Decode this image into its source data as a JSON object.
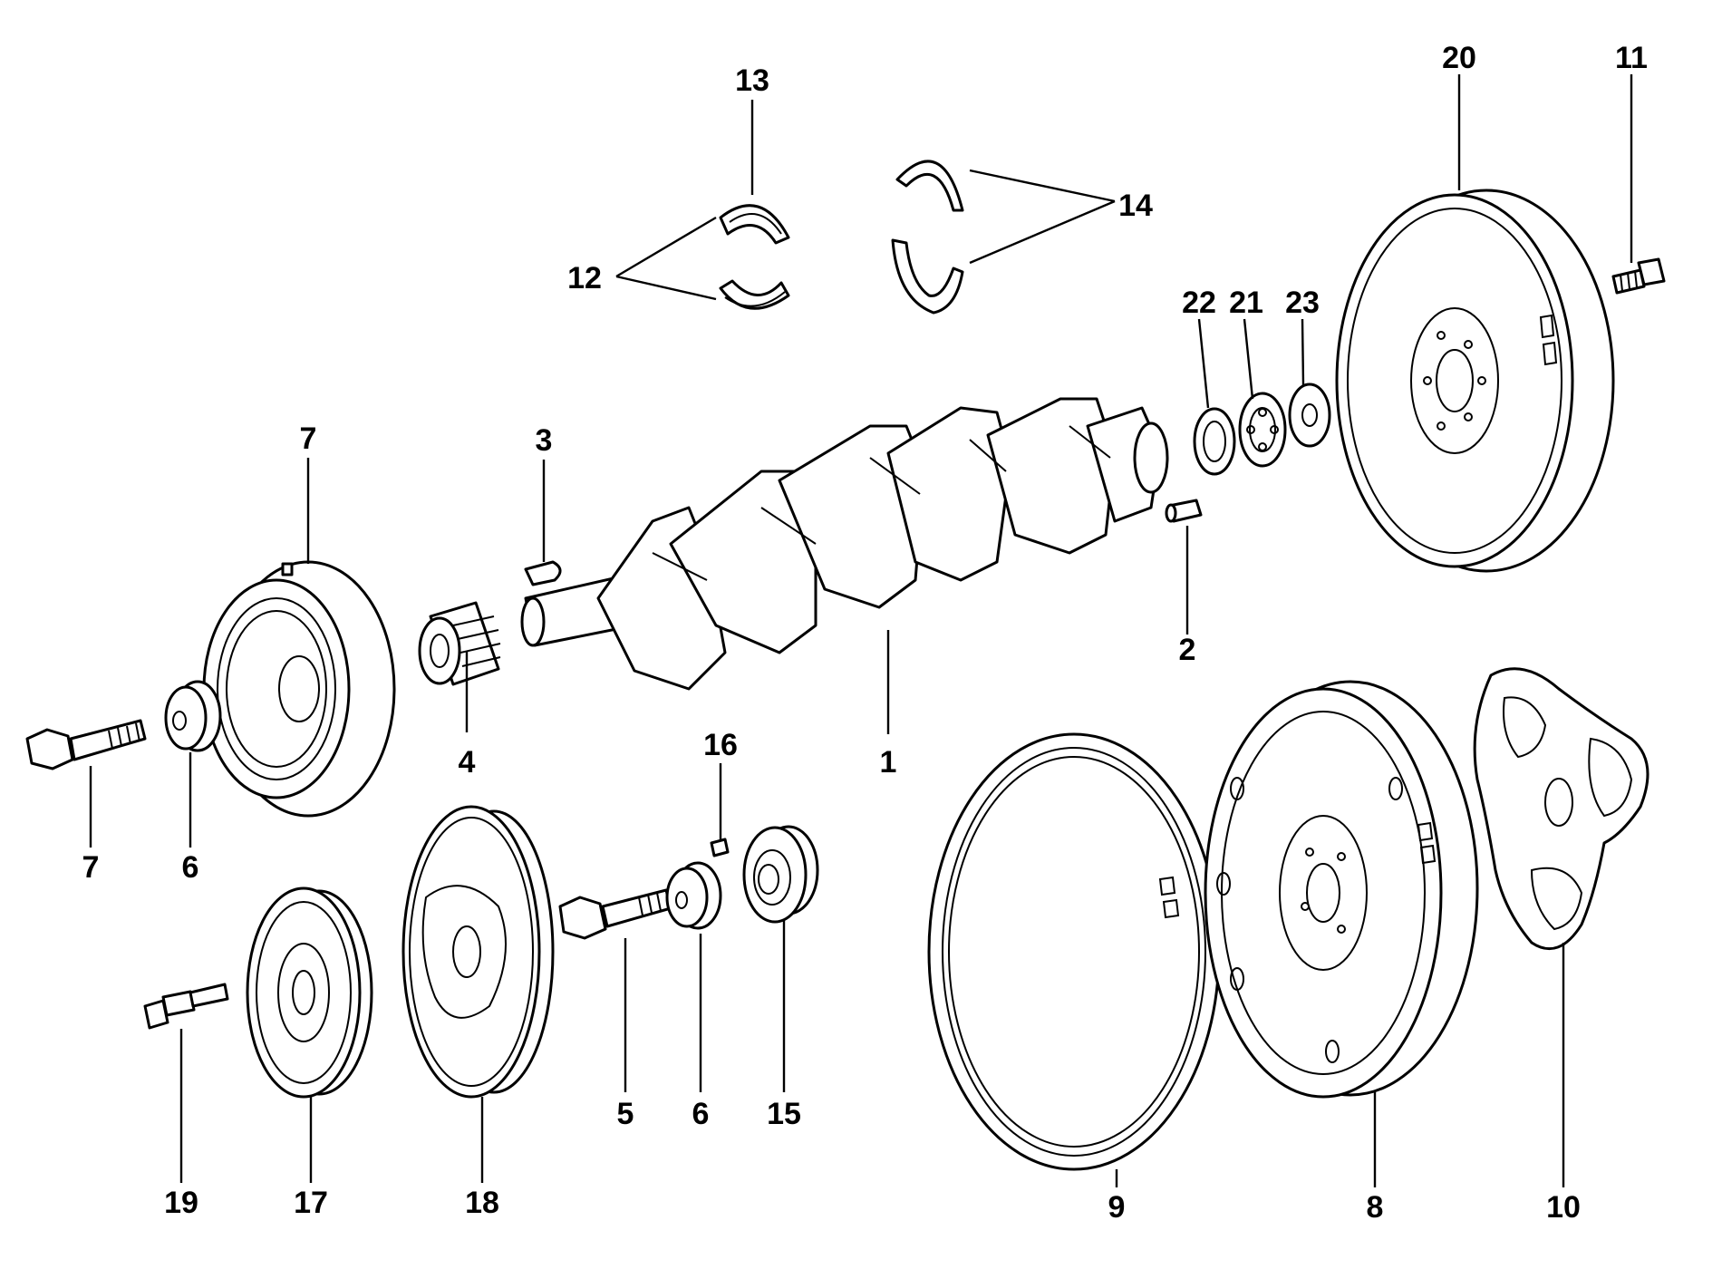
{
  "diagram": {
    "callouts": {
      "crankshaft": "1",
      "dowel_pin": "2",
      "woodruff_key": "3",
      "timing_gear": "4",
      "pulley_bolt_lower": "5",
      "washer_upper": "6",
      "washer_lower": "6",
      "damper_upper": "7",
      "bolt_upper": "7",
      "flexplate": "8",
      "ring_gear": "9",
      "adapter_plate": "10",
      "flywheel_bolt": "11",
      "main_bearing_shells": "12",
      "bearing_shell_single": "13",
      "thrust_washers": "14",
      "hub": "15",
      "key_small": "16",
      "pulley": "17",
      "damper_disc": "18",
      "pulley_bolt_small": "19",
      "flywheel": "20",
      "pilot_bearing": "21",
      "seal_left": "22",
      "seal_right": "23"
    }
  }
}
